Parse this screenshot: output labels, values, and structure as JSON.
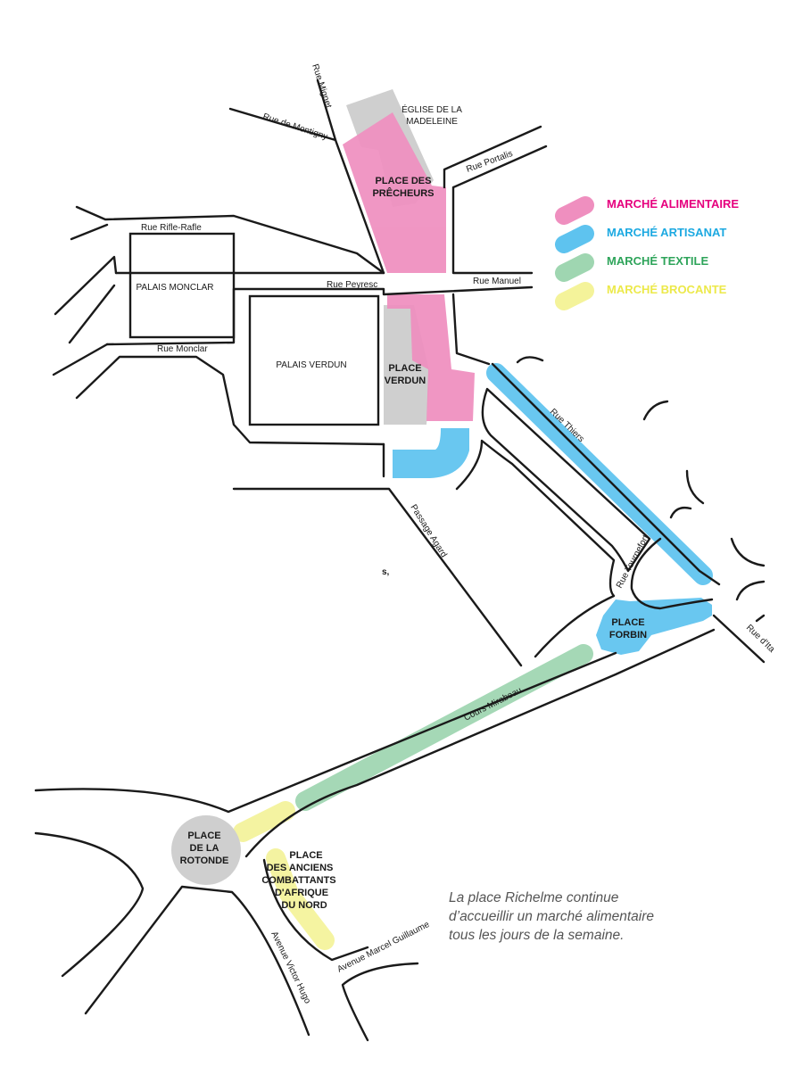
{
  "colors": {
    "alimentaire": "#ef8fbf",
    "artisanat": "#5ec3ef",
    "textile": "#9fd6b1",
    "brocante": "#f4f39a",
    "place_area": "#cfcfcf",
    "alimentaire_text": "#e6007e",
    "artisanat_text": "#1ca9e1",
    "textile_text": "#2ea45a",
    "brocante_text": "#ece94a"
  },
  "legend": [
    {
      "key": "alimentaire",
      "label": "MARCHÉ ALIMENTAIRE",
      "color": "#ef8fbf",
      "text_color": "#e6007e"
    },
    {
      "key": "artisanat",
      "label": "MARCHÉ ARTISANAT",
      "color": "#5ec3ef",
      "text_color": "#1ca9e1"
    },
    {
      "key": "textile",
      "label": "MARCHÉ TEXTILE",
      "color": "#9fd6b1",
      "text_color": "#2ea45a"
    },
    {
      "key": "brocante",
      "label": "MARCHÉ BROCANTE",
      "color": "#f4f39a",
      "text_color": "#ece94a"
    }
  ],
  "streets": {
    "rue_mignet": "Rue Mignet",
    "rue_montigny": "Rue de Montigny",
    "rue_portalis": "Rue Portalis",
    "rue_rifle_rafle": "Rue Rifle-Rafle",
    "rue_peyresc": "Rue Peyresc",
    "rue_manuel": "Rue Manuel",
    "rue_monclar": "Rue Monclar",
    "rue_thiers": "Rue Thiers",
    "passage_agard": "Passage Agard",
    "rue_tournefort": "Rue Tournefort",
    "rue_italie": "Rue d'Ita",
    "cours_mirabeau": "Cours Mirabeau",
    "avenue_victor_hugo": "Avenue Victor Hugo",
    "avenue_marcel_guillaume": "Avenue Marcel Guillaume"
  },
  "landmarks": {
    "eglise_line1": "ÉGLISE DE LA",
    "eglise_line2": "MADELEINE",
    "palais_monclar": "PALAIS MONCLAR",
    "palais_verdun": "PALAIS VERDUN"
  },
  "places": {
    "precheurs": [
      "PLACE DES",
      "PRÊCHEURS"
    ],
    "verdun": [
      "PLACE",
      "VERDUN"
    ],
    "forbin": [
      "PLACE",
      "FORBIN"
    ],
    "rotonde": [
      "PLACE",
      "DE LA",
      "ROTONDE"
    ],
    "anciens_combattants": [
      "PLACE",
      "DES ANCIENS",
      "COMBATTANTS",
      "D'AFRIQUE",
      "DU NORD"
    ]
  },
  "stray_mark": "s,",
  "note": [
    "La place Richelme continue",
    "d’accueillir un marché alimentaire",
    "tous les jours de la semaine."
  ]
}
